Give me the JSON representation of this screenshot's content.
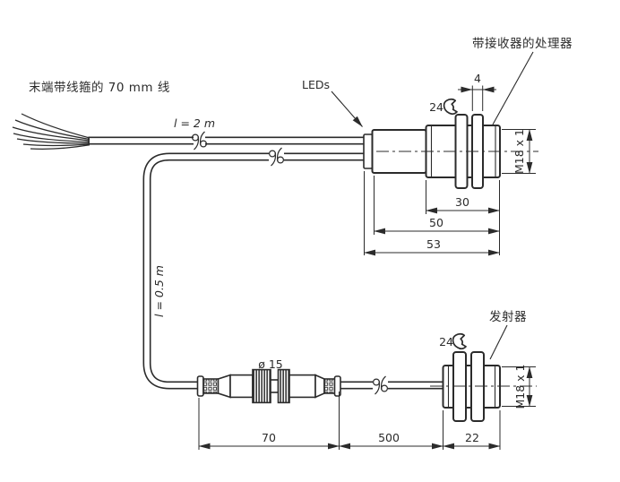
{
  "drawing": {
    "background": "#ffffff",
    "line_color": "#2b2b2b",
    "annotations": {
      "pigtail": "末端带线箍的 70 mm 线",
      "cable_length_receiver": "l = 2 m",
      "cable_length_connector": "l = 0.5 m",
      "leds": "LEDs",
      "receiver_unit": "带接收器的处理器",
      "emitter_unit": "发射器",
      "connector_diameter": "ø 15",
      "wrench_receiver": "24",
      "wrench_emitter": "24",
      "thread_receiver": "M18 x 1",
      "thread_emitter": "M18 x 1"
    },
    "dimensions_mm": {
      "nut_thickness": "4",
      "receiver_thread_length": "30",
      "receiver_body_length": "50",
      "receiver_total_length": "53",
      "connector_length": "70",
      "emitter_cable_length": "500",
      "emitter_body_length": "22"
    }
  }
}
